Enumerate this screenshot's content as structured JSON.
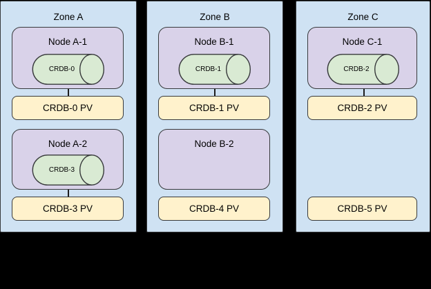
{
  "diagram": {
    "description": "Three availability zones with Kubernetes nodes hosting CRDB pods and persistent volumes",
    "colors": {
      "background": "#000000",
      "zone_fill": "#cfe2f3",
      "node_fill": "#d9d2e9",
      "pod_fill": "#d9ead3",
      "pv_fill": "#fff2cc",
      "border": "#37393b"
    },
    "zones": [
      {
        "title": "Zone A",
        "node1": {
          "title": "Node A-1",
          "pod_label": "CRDB-0"
        },
        "pv1_label": "CRDB-0 PV",
        "node2": {
          "title": "Node A-2",
          "pod_label": "CRDB-3"
        },
        "pv2_label": "CRDB-3 PV"
      },
      {
        "title": "Zone B",
        "node1": {
          "title": "Node B-1",
          "pod_label": "CRDB-1"
        },
        "pv1_label": "CRDB-1 PV",
        "node2": {
          "title": "Node B-2"
        },
        "pv2_label": "CRDB-4 PV"
      },
      {
        "title": "Zone C",
        "node1": {
          "title": "Node C-1",
          "pod_label": "CRDB-2"
        },
        "pv1_label": "CRDB-2 PV",
        "pv2_label": "CRDB-5 PV"
      }
    ]
  }
}
